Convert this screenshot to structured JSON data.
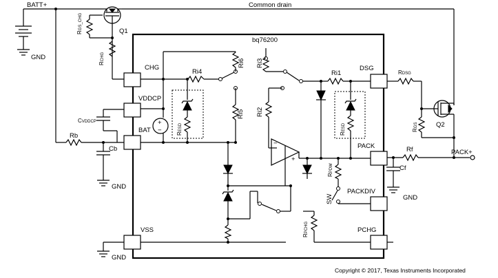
{
  "labels": {
    "batt": "BATT+",
    "common_drain": "Common drain",
    "ic_name": "bq76200",
    "gnd": "GND",
    "q1": "Q1",
    "q2": "Q2",
    "pack_plus": "PACK+",
    "copyright": "Copyright © 2017, Texas Instruments Incorporated"
  },
  "pins": {
    "chg": "CHG",
    "vddcp": "VDDCP",
    "bat": "BAT",
    "vss": "VSS",
    "dsg": "DSG",
    "pack": "PACK",
    "packdiv": "PACKDIV",
    "pchg": "PCHG"
  },
  "components": {
    "r_gs_chg": "R",
    "r_gs_chg_sub": "GS_CHG",
    "r_chg": "R",
    "r_chg_sub": "CHG",
    "c_vddcp": "C",
    "c_vddcp_sub": "VDDCP",
    "rb": "Rb",
    "cb": "Cb",
    "ri4": "Ri4",
    "ri6": "Ri6",
    "ri3": "Ri3",
    "ri1": "Ri1",
    "ri5": "Ri5",
    "ri2": "Ri2",
    "r_esd_left": "R",
    "r_esd_left_sub": "ESD",
    "r_esd_right": "R",
    "r_esd_right_sub": "ESD",
    "r_dsg": "R",
    "r_dsg_sub": "DSG",
    "r_gs": "R",
    "r_gs_sub": "GS",
    "rf": "Rf",
    "cf": "Cf",
    "r_pdw": "R",
    "r_pdw_sub": "PDW",
    "sw": "SW",
    "r_pchg": "R",
    "r_pchg_sub": "PCHG",
    "op_minus": "−",
    "op_plus": "+",
    "src_plus": "+",
    "src_minus": "−"
  }
}
